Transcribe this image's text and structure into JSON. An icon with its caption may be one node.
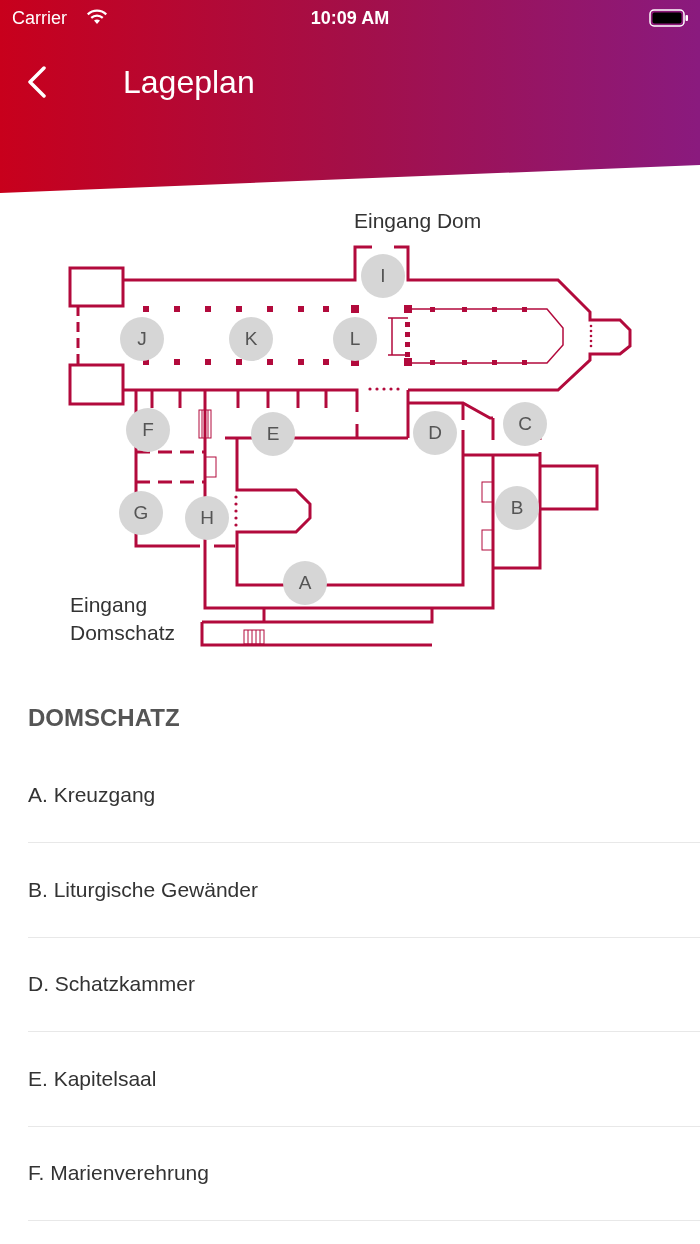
{
  "diagram": {
    "title": "Lageplan",
    "nodes": [
      {
        "text": [
          "I"
        ]
      },
      {
        "text": [
          "J"
        ]
      },
      {
        "text": [
          "K"
        ]
      },
      {
        "text": [
          "L"
        ]
      },
      {
        "text": [
          "F"
        ]
      },
      {
        "text": [
          "E"
        ]
      },
      {
        "text": [
          "D"
        ]
      },
      {
        "text": [
          "C"
        ]
      },
      {
        "text": [
          "B"
        ]
      },
      {
        "text": [
          "G"
        ]
      },
      {
        "text": [
          "H"
        ]
      },
      {
        "text": [
          "A"
        ]
      }
    ],
    "labels": [
      "Carrier",
      "10:09 AM",
      "Eingang Dom",
      "Eingang Domschatz",
      "DOMSCHATZ",
      "A. Kreuzgang",
      "B. Liturgische Gewänder",
      "D. Schatzkammer",
      "E. Kapitelsaal",
      "F. Marienverehrung"
    ]
  }
}
